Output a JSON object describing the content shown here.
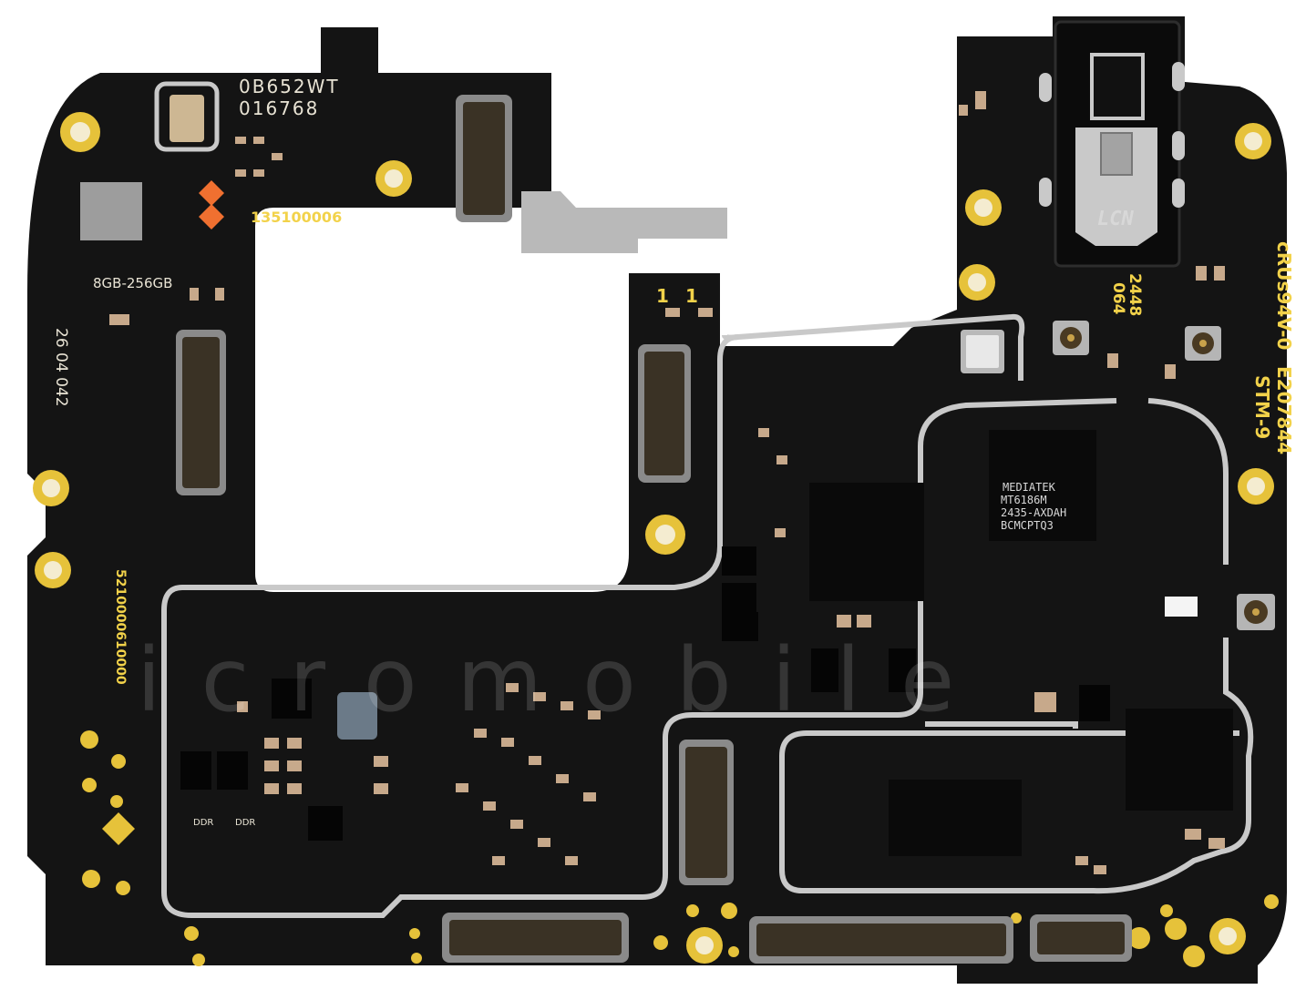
{
  "silkscreen": {
    "serial_1": "0B652WT",
    "serial_2": "016768",
    "part_no": "135100006",
    "memory": "8GB-256GB",
    "date_code": "26 04 042",
    "vertical_code": "5210000610000",
    "ddr_label_1": "DDR",
    "ddr_label_2": "DDR",
    "jack_brand": "LCN",
    "rf_code_1": "2448",
    "rf_code_2": "064",
    "cert_line_1": "cRUs94V-0",
    "cert_line_2": "E207844",
    "cert_line_3": "STM-9",
    "fab_mark_1": "1",
    "fab_mark_2": "1"
  },
  "chip_main": {
    "line_1": "MEDIATEK",
    "line_2": "MT6186M",
    "line_3": "2435-AXDAH",
    "line_4": "BCMCPTQ3"
  },
  "watermark": {
    "text": "icromobile"
  },
  "colors": {
    "board": "#141414",
    "shield": "#c9c9c9",
    "gold": "#e6c23a",
    "component": "#c7a98b",
    "cutout": "#ffffff"
  }
}
